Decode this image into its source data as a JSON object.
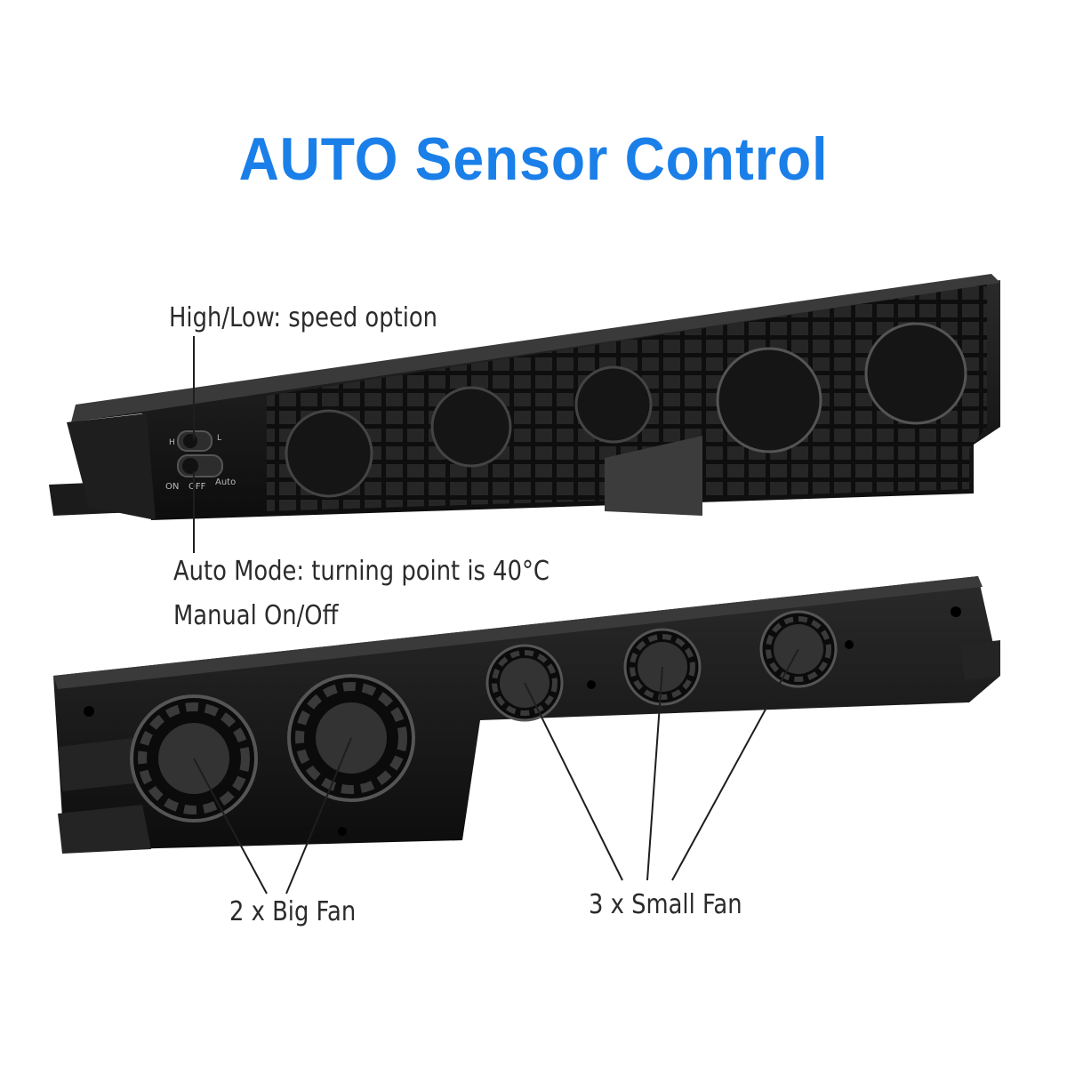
{
  "title": {
    "text": "AUTO Sensor Control",
    "color": "#1a7fe8"
  },
  "callouts": {
    "speed": "High/Low: speed option",
    "auto_mode": "Auto Mode: turning point is 40°C",
    "manual": "Manual On/Off",
    "big_fan": "2 x Big Fan",
    "small_fan": "3 x Small Fan"
  },
  "switch_labels": {
    "on": "ON",
    "off": "OFF",
    "auto": "Auto",
    "high": "H",
    "low": "L"
  },
  "colors": {
    "device_body": "#161616",
    "device_edge": "#2c2c2c",
    "fan_hub": "#333333",
    "leader_line": "#1e1e1e"
  }
}
